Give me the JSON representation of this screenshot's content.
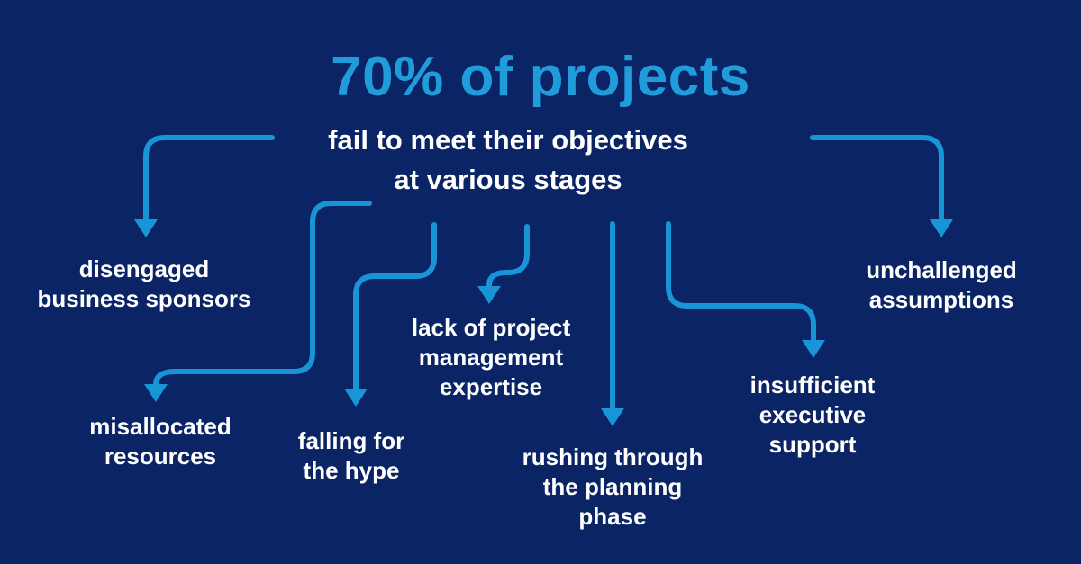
{
  "colors": {
    "bg": "#0a2465",
    "accent": "#1795d6",
    "title-blue": "#219cda",
    "text": "#ffffff"
  },
  "header": {
    "title": "70% of projects",
    "subtitle_line1": "fail to meet their objectives",
    "subtitle_line2": "at various stages"
  },
  "causes": [
    {
      "id": "disengaged-business-sponsors",
      "text": "disengaged business sponsors",
      "lines": [
        "disengaged",
        "business sponsors"
      ]
    },
    {
      "id": "misallocated-resources",
      "text": "misallocated resources",
      "lines": [
        "misallocated",
        "resources"
      ]
    },
    {
      "id": "falling-for-the-hype",
      "text": "falling for the hype",
      "lines": [
        "falling for",
        "the hype"
      ]
    },
    {
      "id": "lack-of-project-management-expertise",
      "text": "lack of project management expertise",
      "lines": [
        "lack of project",
        "management",
        "expertise"
      ]
    },
    {
      "id": "rushing-through-the-planning-phase",
      "text": "rushing through the planning phase",
      "lines": [
        "rushing through",
        "the planning",
        "phase"
      ]
    },
    {
      "id": "insufficient-executive-support",
      "text": "insufficient executive support",
      "lines": [
        "insufficient",
        "executive",
        "support"
      ]
    },
    {
      "id": "unchallenged-assumptions",
      "text": "unchallenged assumptions",
      "lines": [
        "unchallenged",
        "assumptions"
      ]
    }
  ]
}
